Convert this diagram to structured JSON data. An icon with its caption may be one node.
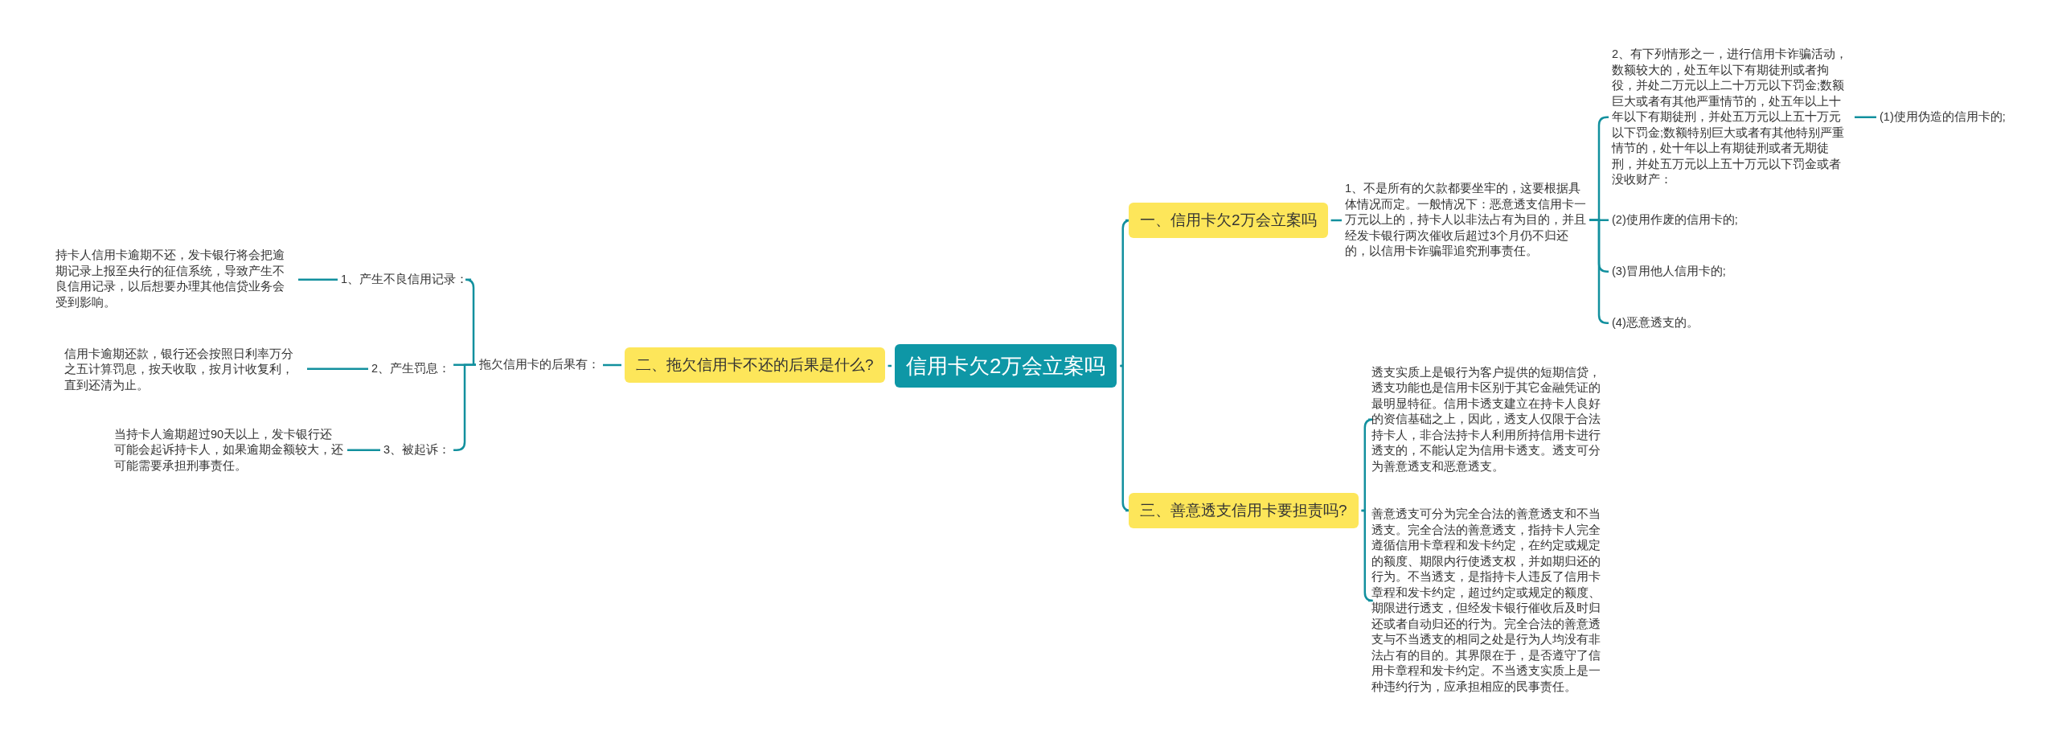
{
  "diagram": {
    "nodes": [
      {
        "text": [
          "信用卡欠2万会立案吗"
        ]
      },
      {
        "text": [
          "一、信用卡欠2万会立案吗"
        ]
      },
      {
        "text": [
          "二、拖欠信用卡不还的后果是什么?"
        ]
      },
      {
        "text": [
          "三、善意透支信用卡要担责吗?"
        ]
      },
      {
        "text": [
          "1、不是所有的欠款都要坐牢的，这要根据具体情况而定。一般情况下：恶意透支信用卡一万元以上的，持卡人以非法占有为目的，并且经发卡银行两次催收后超过3个月仍不归还的，以信用卡诈骗罪追究刑事责任。"
        ]
      },
      {
        "text": [
          "2、有下列情形之一，进行信用卡诈骗活动，数额较大的，处五年以下有期徒刑或者拘役，并处二万元以上二十万元以下罚金;数额巨大或者有其他严重情节的，处五年以上十年以下有期徒刑，并处五万元以上五十万元以下罚金;数额特别巨大或者有其他特别严重情节的，处十年以上有期徒刑或者无期徒刑，并处五万元以上五十万元以下罚金或者没收财产："
        ]
      },
      {
        "text": [
          "(1)使用伪造的信用卡的;"
        ]
      },
      {
        "text": [
          "(2)使用作废的信用卡的;"
        ]
      },
      {
        "text": [
          "(3)冒用他人信用卡的;"
        ]
      },
      {
        "text": [
          "(4)恶意透支的。"
        ]
      },
      {
        "text": [
          "拖欠信用卡的后果有："
        ]
      },
      {
        "text": [
          "1、产生不良信用记录："
        ]
      },
      {
        "text": [
          "持卡人信用卡逾期不还，发卡银行将会把逾期记录上报至央行的征信系统，导致产生不良信用记录，以后想要办理其他信贷业务会受到影响。"
        ]
      },
      {
        "text": [
          "2、产生罚息："
        ]
      },
      {
        "text": [
          "信用卡逾期还款，银行还会按照日利率万分之五计算罚息，按天收取，按月计收复利，直到还清为止。"
        ]
      },
      {
        "text": [
          "3、被起诉："
        ]
      },
      {
        "text": [
          "当持卡人逾期超过90天以上，发卡银行还可能会起诉持卡人，如果逾期金额较大，还可能需要承担刑事责任。"
        ]
      },
      {
        "text": [
          "透支实质上是银行为客户提供的短期信贷，透支功能也是信用卡区别于其它金融凭证的最明显特征。信用卡透支建立在持卡人良好的资信基础之上，因此，透支人仅限于合法持卡人，非合法持卡人利用所持信用卡进行透支的，不能认定为信用卡透支。透支可分为善意透支和恶意透支。"
        ]
      },
      {
        "text": [
          "善意透支可分为完全合法的善意透支和不当透支。完全合法的善意透支，指持卡人完全遵循信用卡章程和发卡约定，在约定或规定的额度、期限内行使透支权，并如期归还的行为。不当透支，是指持卡人违反了信用卡章程和发卡约定，超过约定或规定的额度、期限进行透支，但经发卡银行催收后及时归还或者自动归还的行为。完全合法的善意透支与不当透支的相同之处是行为人均没有非法占有的目的。其界限在于，是否遵守了信用卡章程和发卡约定。不当透支实质上是一种违约行为，应承担相应的民事责任。"
        ]
      }
    ],
    "edges": [
      {
        "from": 0,
        "to": 1,
        "arrow": "none"
      },
      {
        "from": 0,
        "to": 2,
        "arrow": "none"
      },
      {
        "from": 0,
        "to": 3,
        "arrow": "none"
      },
      {
        "from": 1,
        "to": 4,
        "arrow": "none"
      },
      {
        "from": 4,
        "to": 5,
        "arrow": "none"
      },
      {
        "from": 4,
        "to": 7,
        "arrow": "none"
      },
      {
        "from": 4,
        "to": 8,
        "arrow": "none"
      },
      {
        "from": 4,
        "to": 9,
        "arrow": "none"
      },
      {
        "from": 5,
        "to": 6,
        "arrow": "none"
      },
      {
        "from": 2,
        "to": 10,
        "arrow": "none"
      },
      {
        "from": 10,
        "to": 11,
        "arrow": "none"
      },
      {
        "from": 10,
        "to": 13,
        "arrow": "none"
      },
      {
        "from": 10,
        "to": 15,
        "arrow": "none"
      },
      {
        "from": 11,
        "to": 12,
        "arrow": "none"
      },
      {
        "from": 13,
        "to": 14,
        "arrow": "none"
      },
      {
        "from": 15,
        "to": 16,
        "arrow": "none"
      },
      {
        "from": 3,
        "to": 17,
        "arrow": "none"
      },
      {
        "from": 3,
        "to": 18,
        "arrow": "none"
      }
    ]
  }
}
